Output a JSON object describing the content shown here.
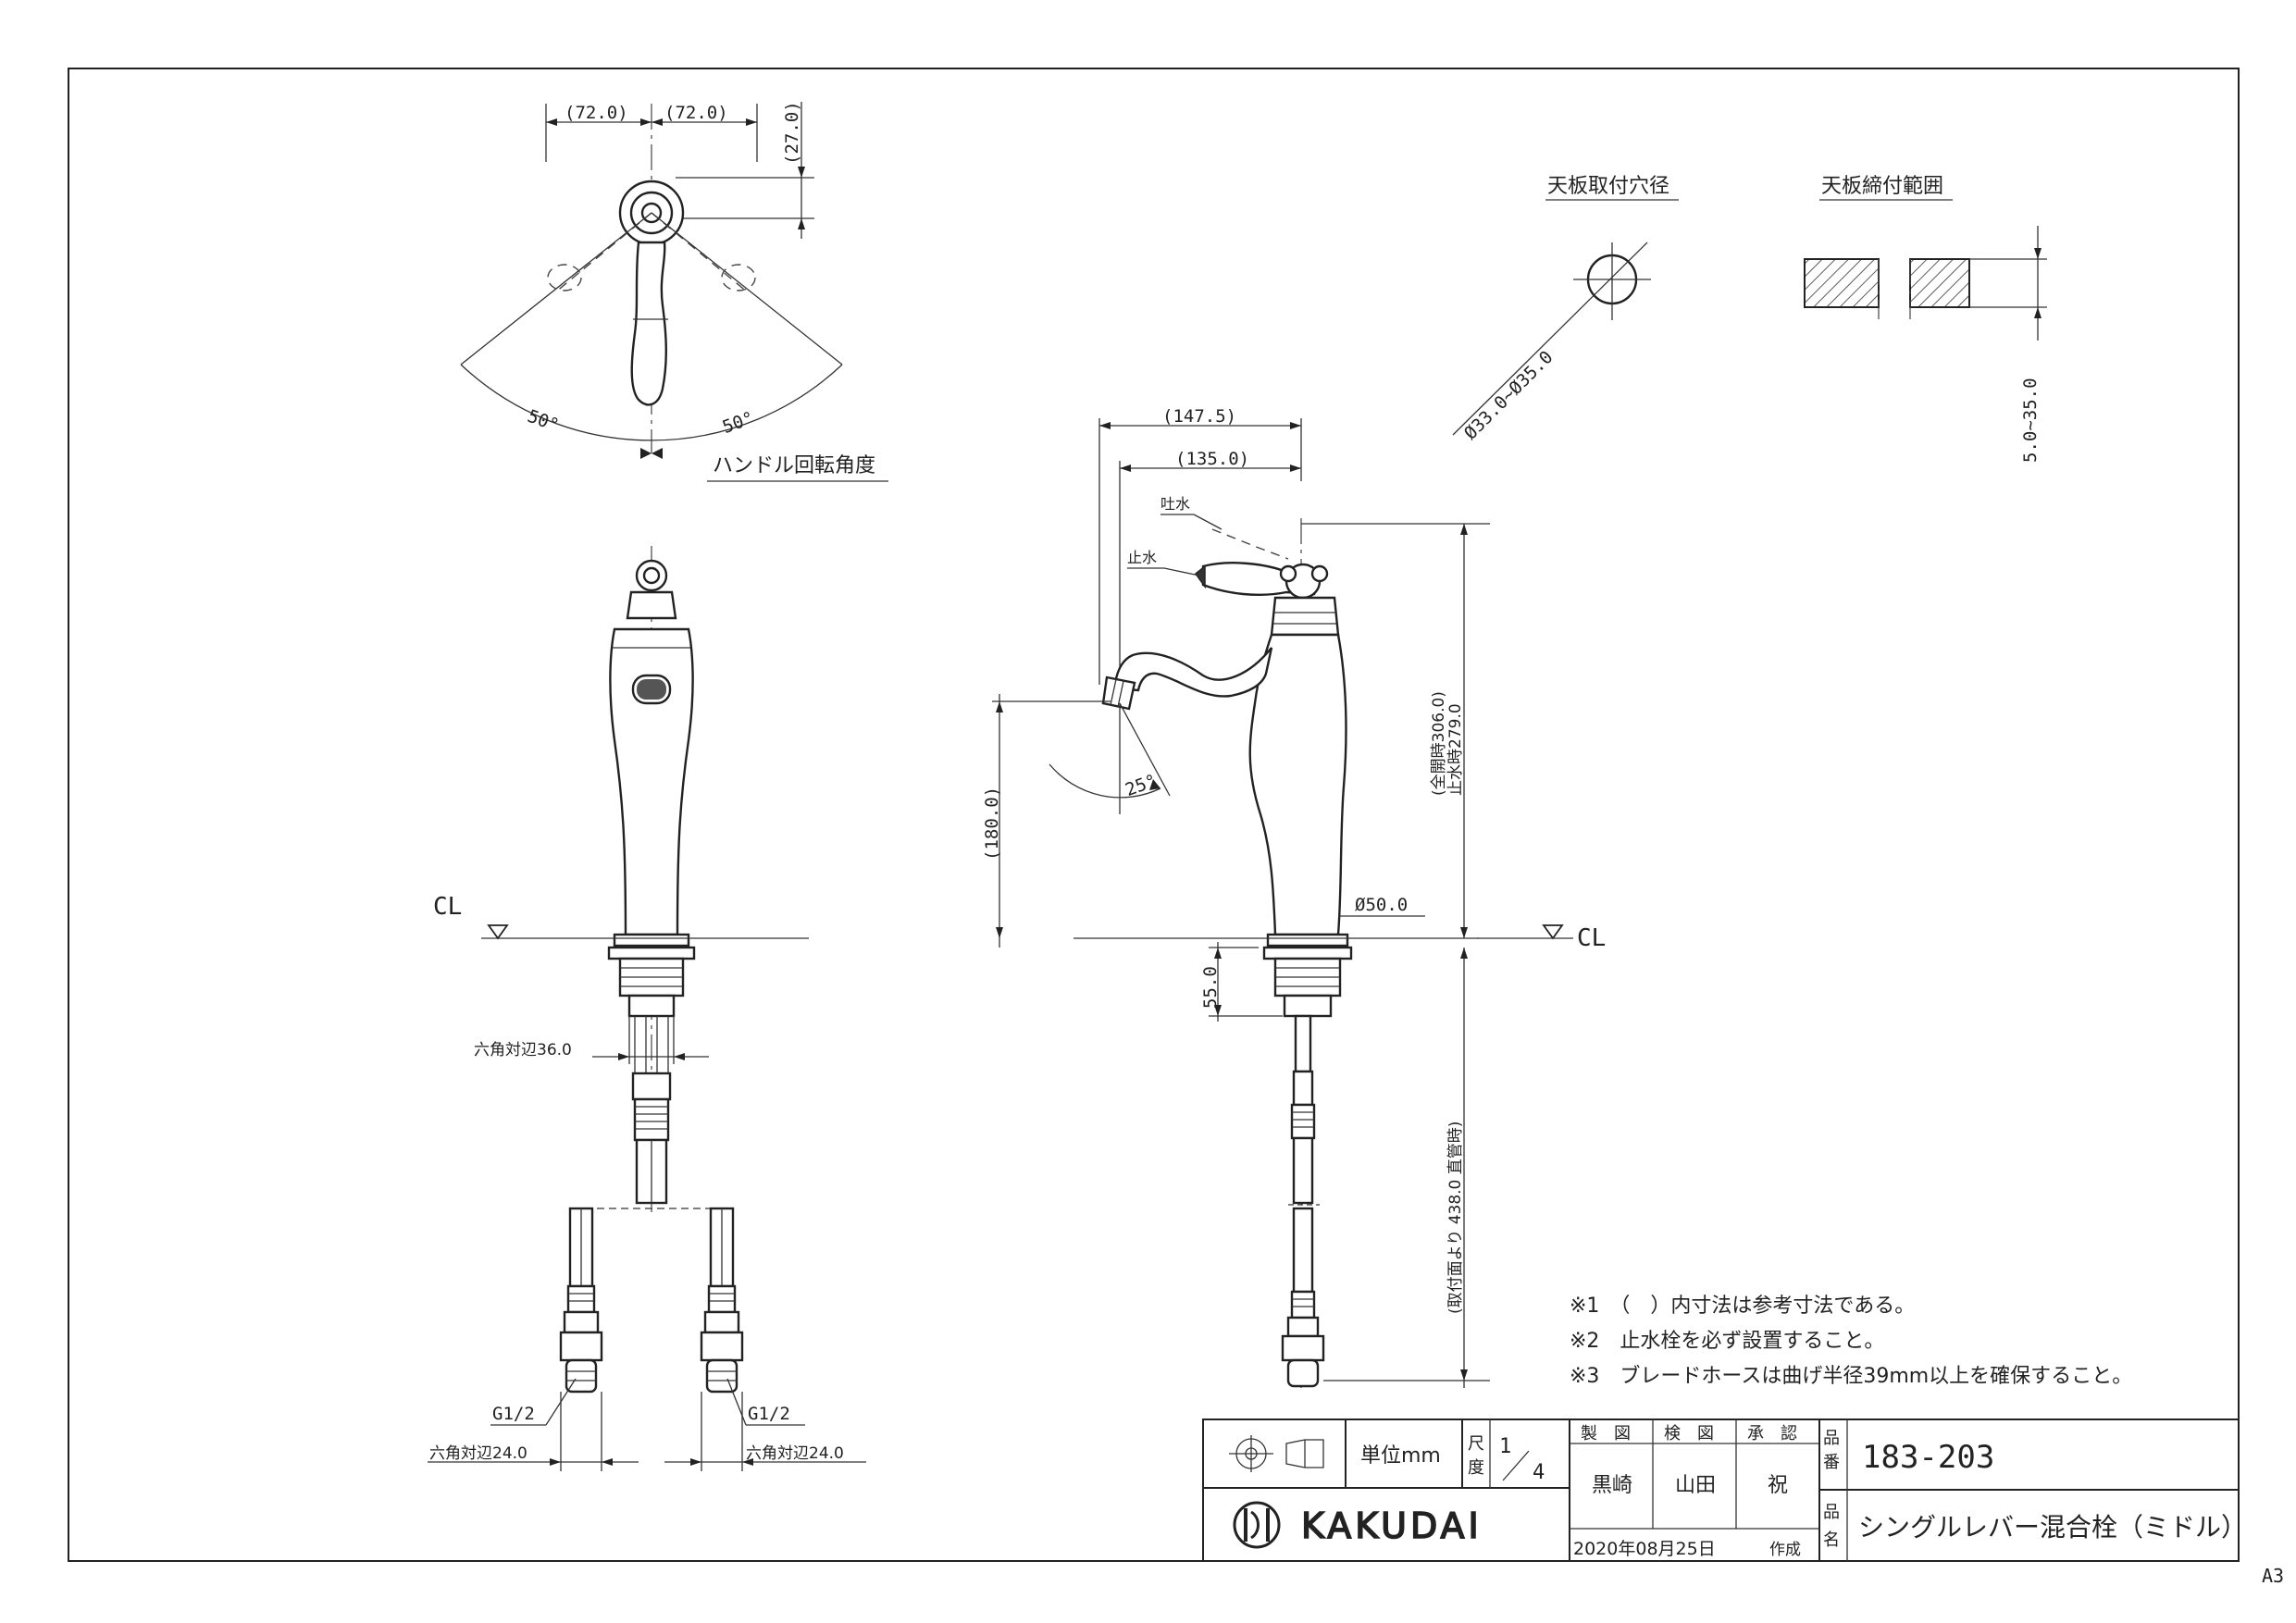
{
  "top_view": {
    "dim_left": "(72.0)",
    "dim_right": "(72.0)",
    "dim_vertical": "(27.0)",
    "angle_left": "50°",
    "angle_right": "50°",
    "caption": "ハンドル回転角度"
  },
  "mount_hole": {
    "caption": "天板取付穴径",
    "dim": "Ø33.0~Ø35.0"
  },
  "clamp_range": {
    "caption": "天板締付範囲",
    "dim": "5.0~35.0"
  },
  "front_view": {
    "cl": "CL",
    "hex_nut": "六角対辺36.0",
    "thread_left": "G1/2",
    "thread_right": "G1/2",
    "hex_left": "六角対辺24.0",
    "hex_right": "六角対辺24.0"
  },
  "side_view": {
    "dim_147": "(147.5)",
    "dim_135": "(135.0)",
    "open_label": "吐水",
    "close_label": "止水",
    "angle_25": "25°",
    "dim_180": "(180.0)",
    "height_open": "(全開時306.0)",
    "height_close": "止水時279.0",
    "dia_50": "Ø50.0",
    "cl": "CL",
    "dim_55": "55.0",
    "hose_len": "(取付面より 438.0 直管時)"
  },
  "notes": [
    "※1　（　）内寸法は参考寸法である。",
    "※2　止水栓を必ず設置すること。",
    "※3　ブレードホースは曲げ半径39mm以上を確保すること。"
  ],
  "title_block": {
    "unit_label": "単位mm",
    "scale_label_1": "尺",
    "scale_label_2": "度",
    "scale_num": "1",
    "scale_den": "4",
    "drawn_label": "製　図",
    "checked_label": "検　図",
    "approved_label": "承　認",
    "drawn_by": "黒崎",
    "checked_by": "山田",
    "approved_by": "祝",
    "part_no_label_1": "品",
    "part_no_label_2": "番",
    "part_no": "183-203",
    "part_name_label_1": "品",
    "part_name_label_2": "名",
    "part_name": "シングルレバー混合栓（ミドル）",
    "brand": "KAKUDAI",
    "date": "2020年08月25日",
    "created": "作成"
  },
  "sheet_size": "A3"
}
